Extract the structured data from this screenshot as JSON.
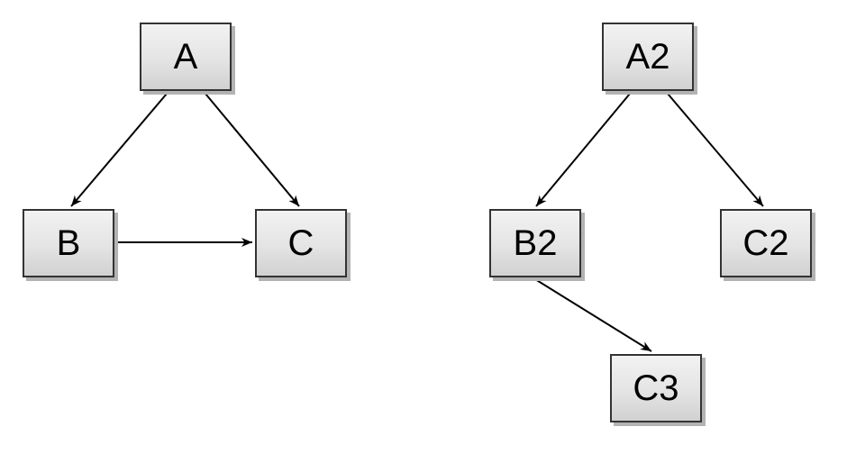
{
  "diagram": {
    "type": "directed-graph",
    "background_color": "#ffffff",
    "node_style": {
      "fill_top": "#f2f2f2",
      "fill_bottom": "#d1d1d1",
      "border_color": "#333333",
      "shadow_color": "#b3b3b3",
      "label_color": "#000000"
    },
    "edge_style": {
      "line_color": "#000000",
      "arrowhead": "classic-filled"
    },
    "left_graph": {
      "nodes": [
        {
          "id": "A",
          "label": "A"
        },
        {
          "id": "B",
          "label": "B"
        },
        {
          "id": "C",
          "label": "C"
        }
      ],
      "edges": [
        {
          "from": "A",
          "to": "B"
        },
        {
          "from": "A",
          "to": "C"
        },
        {
          "from": "B",
          "to": "C"
        }
      ]
    },
    "right_graph": {
      "nodes": [
        {
          "id": "A2",
          "label": "A2"
        },
        {
          "id": "B2",
          "label": "B2"
        },
        {
          "id": "C2",
          "label": "C2"
        },
        {
          "id": "C3",
          "label": "C3"
        }
      ],
      "edges": [
        {
          "from": "A2",
          "to": "B2"
        },
        {
          "from": "A2",
          "to": "C2"
        },
        {
          "from": "B2",
          "to": "C3"
        }
      ]
    }
  }
}
